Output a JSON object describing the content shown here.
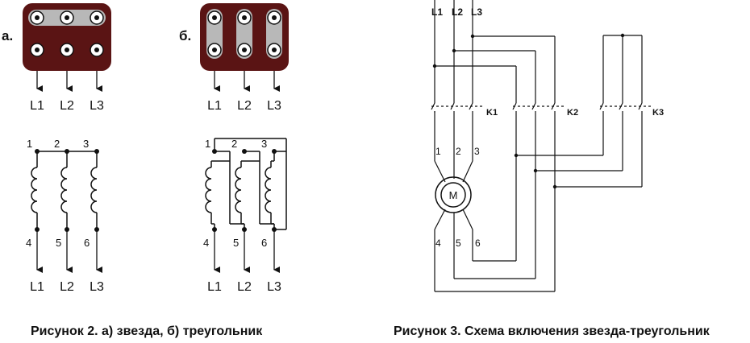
{
  "figure2": {
    "label_a": "а.",
    "label_b": "б.",
    "outputs": [
      "L1",
      "L2",
      "L3"
    ],
    "top_terminals": [
      "1",
      "2",
      "3"
    ],
    "bottom_terminals": [
      "4",
      "5",
      "6"
    ],
    "caption": "Рисунок 2.  а) звезда, б) треугольник"
  },
  "figure3": {
    "phases": [
      "L1",
      "L2",
      "L3"
    ],
    "contactors": [
      "K1",
      "K2",
      "K3"
    ],
    "motor_label": "M",
    "top_terminals": [
      "1",
      "2",
      "3"
    ],
    "bottom_terminals": [
      "4",
      "5",
      "6"
    ],
    "caption": "Рисунок 3. Схема включения звезда-треугольник"
  },
  "colors": {
    "terminal_box": "#5a1414",
    "link_bar": "#b8b8b8",
    "line": "#111111"
  }
}
